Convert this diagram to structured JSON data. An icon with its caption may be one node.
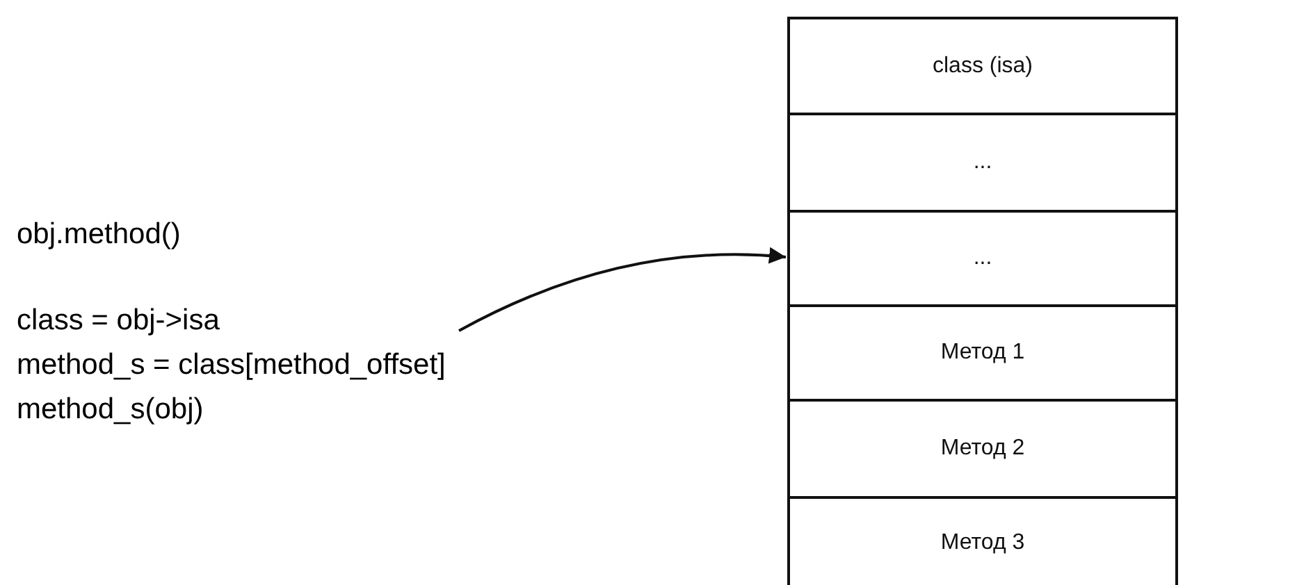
{
  "diagram": {
    "nodes": [
      {
        "text": [
          "obj.method()",
          "class = obj->isa",
          "method_s = class[method_offset]",
          "method_s(obj)"
        ]
      },
      {
        "text": [
          "class (isa)"
        ]
      },
      {
        "text": [
          "..."
        ]
      },
      {
        "text": [
          "..."
        ]
      },
      {
        "text": [
          "Метод 1"
        ]
      },
      {
        "text": [
          "Метод 2"
        ]
      },
      {
        "text": [
          "Метод 3"
        ]
      }
    ],
    "edges": [
      {
        "from": 0,
        "to": 3,
        "arrow": "to"
      }
    ]
  }
}
